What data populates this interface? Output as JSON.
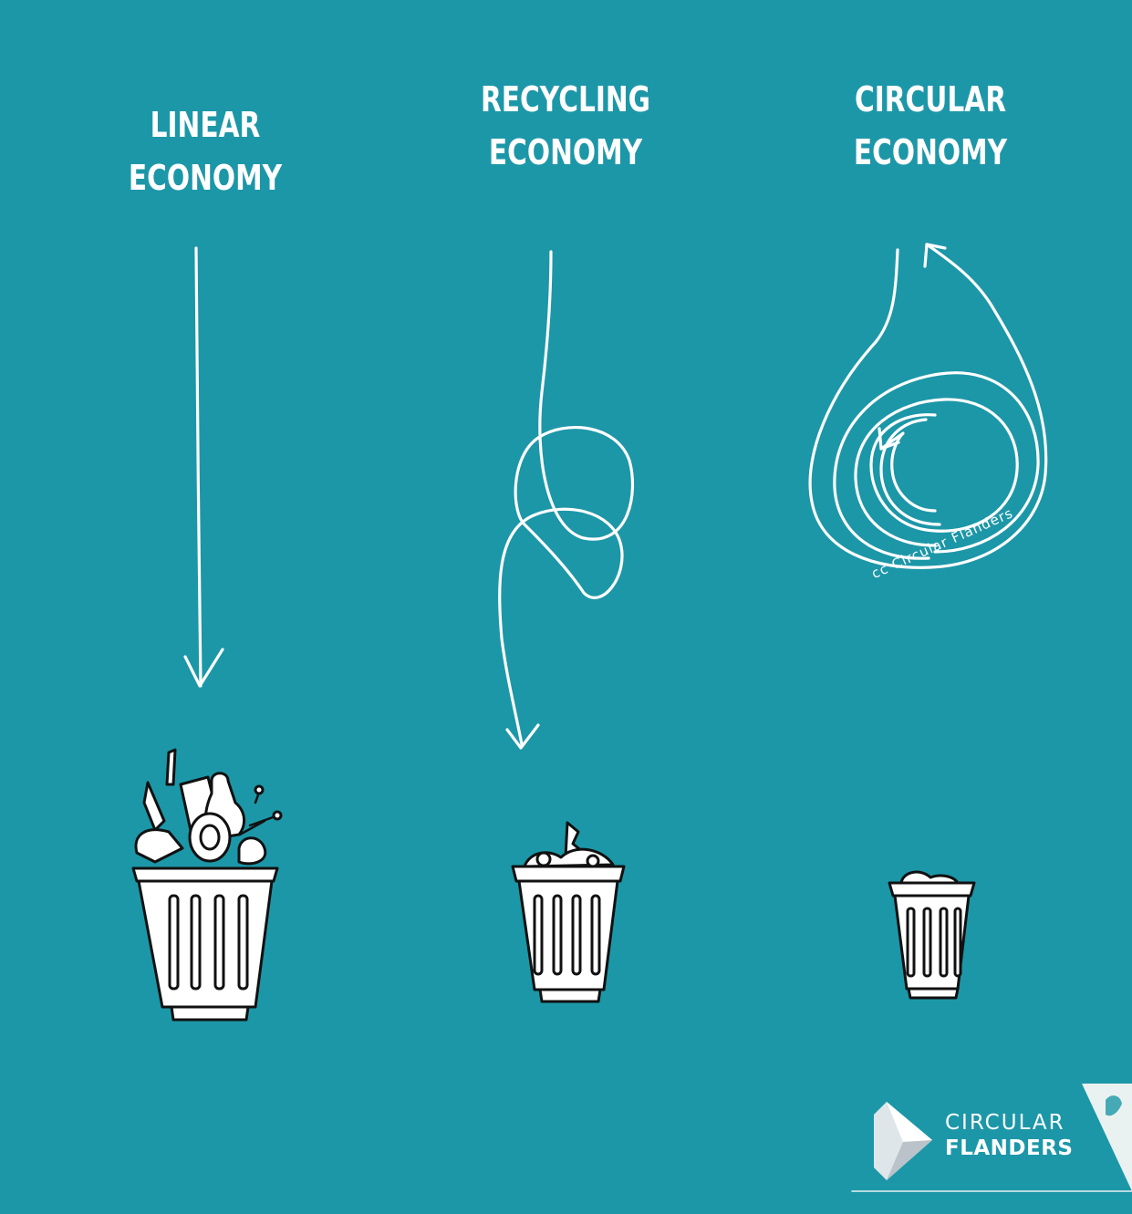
{
  "columns": [
    {
      "title_lines": [
        "LINEAR ECONOMY"
      ]
    },
    {
      "title_lines": [
        "RECYCLING",
        "ECONOMY"
      ]
    },
    {
      "title_lines": [
        "CIRCULAR",
        "ECONOMY"
      ]
    }
  ],
  "credit": "cc Circular Flanders",
  "logo": {
    "line1": "CIRCULAR",
    "line2": "FLANDERS"
  },
  "colors": {
    "background": "#1c97a8",
    "ink": "#ffffff",
    "bin_fill": "#ffffff",
    "bin_stroke": "#111111"
  },
  "icons": [
    "straight-arrow-icon",
    "looped-arrow-icon",
    "spiral-arrow-icon",
    "full-trash-bin-icon",
    "half-trash-bin-icon",
    "small-trash-bin-icon",
    "flanders-lion-icon"
  ]
}
